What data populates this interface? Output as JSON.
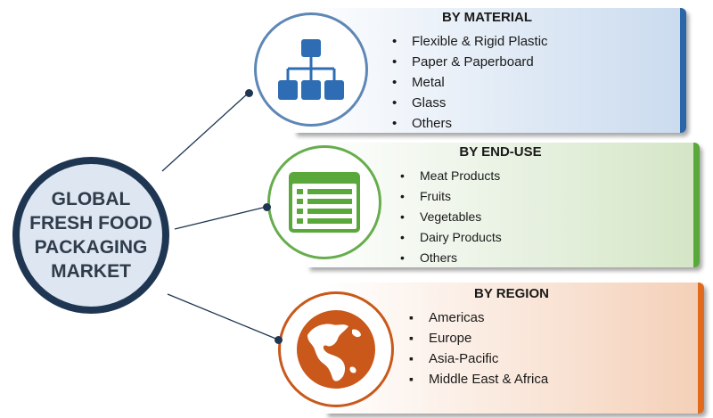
{
  "hub": {
    "lines": [
      "GLOBAL",
      "FRESH FOOD",
      "PACKAGING",
      "MARKET"
    ]
  },
  "segments": [
    {
      "title": "BY MATERIAL",
      "icon": "hierarchy-icon",
      "color": "#2a66a8",
      "items": [
        "Flexible & Rigid Plastic",
        "Paper & Paperboard",
        "Metal",
        "Glass",
        "Others"
      ]
    },
    {
      "title": "BY END-USE",
      "icon": "list-icon",
      "color": "#58a83a",
      "items": [
        "Meat Products",
        "Fruits",
        "Vegetables",
        "Dairy Products",
        "Others"
      ]
    },
    {
      "title": "BY REGION",
      "icon": "globe-americas-icon",
      "color": "#e06a1d",
      "items": [
        "Americas",
        "Europe",
        "Asia-Pacific",
        "Middle East & Africa"
      ]
    }
  ],
  "colors": {
    "hub_border": "#1f3652",
    "hub_fill": "#dde6f1",
    "material_icon": "#2e6db4",
    "enduse_icon": "#5aa83c",
    "region_icon": "#c9581a"
  }
}
